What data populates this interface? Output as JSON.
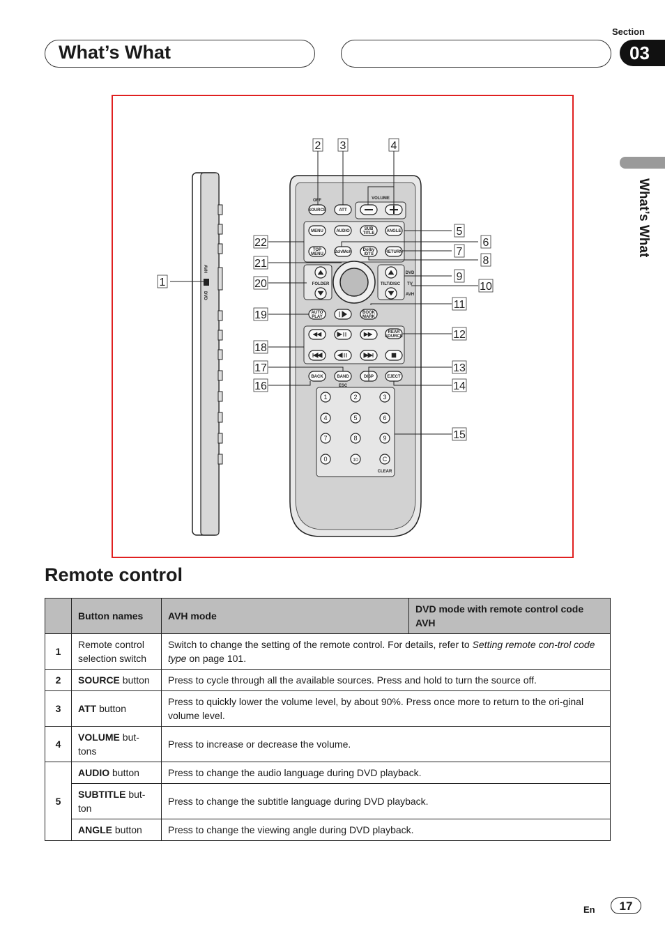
{
  "header": {
    "title": "What’s What",
    "section_label": "Section",
    "section_number": "03",
    "side_label": "What’s What"
  },
  "figure": {
    "callouts": [
      "1",
      "2",
      "3",
      "4",
      "5",
      "6",
      "7",
      "8",
      "9",
      "10",
      "11",
      "12",
      "13",
      "14",
      "15",
      "16",
      "17",
      "18",
      "19",
      "20",
      "21",
      "22"
    ],
    "labels": {
      "source": "SOURCE",
      "att": "ATT",
      "volume": "VOLUME",
      "off": "OFF",
      "menu": "MENU",
      "top_menu_1": "TOP",
      "top_menu_2": "MENU",
      "audio": "AUDIO",
      "sub_1": "SUB",
      "sub_2": "TITLE",
      "angle": "ANGLE",
      "ch": "2ch/Mch",
      "dolby_1": "Dolby",
      "dolby_2": "/DTS",
      "return": "RETURN",
      "folder": "FOLDER",
      "tilt": "TILT/DISC",
      "dvd": "DVD",
      "tv": "TV",
      "avh": "AVH",
      "auto_1": "AUTO",
      "auto_2": "PLAY",
      "book_1": "BOOK",
      "book_2": "MARK",
      "rear_1": "REAR",
      "rear_2": "SOURCE",
      "back": "BACK",
      "band": "BAND",
      "disp": "DISP",
      "eject": "EJECT",
      "esc": "ESC",
      "clear": "CLEAR",
      "switch_avh": "AVH",
      "switch_dvd": "DVD"
    },
    "keypad": [
      "1",
      "2",
      "3",
      "4",
      "5",
      "6",
      "7",
      "8",
      "9",
      "0",
      "10",
      "C"
    ]
  },
  "section_title": "Remote control",
  "table": {
    "headers": [
      "",
      "Button names",
      "AVH mode",
      "DVD mode with remote control code AVH"
    ],
    "rows": [
      {
        "num": "1",
        "name_bold": "",
        "name_rest": "Remote control selection switch",
        "desc": "Switch to change the setting of the remote control. For details, refer to ",
        "desc_italic": "Setting remote con-trol code type",
        "desc_end": " on page 101."
      },
      {
        "num": "2",
        "name_bold": "SOURCE",
        "name_rest": " button",
        "desc": "Press to cycle through all the available sources. Press and hold to turn the source off."
      },
      {
        "num": "3",
        "name_bold": "ATT",
        "name_rest": " button",
        "desc": "Press to quickly lower the volume level, by about 90%. Press once more to return to the ori-ginal volume level."
      },
      {
        "num": "4",
        "name_bold": "VOLUME",
        "name_rest": " but-tons",
        "desc": "Press to increase or decrease the volume."
      },
      {
        "num": "5",
        "name_bold": "AUDIO",
        "name_rest": " button",
        "desc": "Press to change the audio language during DVD playback."
      },
      {
        "num": "",
        "name_bold": "SUBTITLE",
        "name_rest": " but-ton",
        "desc": "Press to change the subtitle language during DVD playback."
      },
      {
        "num": "",
        "name_bold": "ANGLE",
        "name_rest": " button",
        "desc": "Press to change the viewing angle during DVD playback."
      }
    ]
  },
  "footer": {
    "lang": "En",
    "page": "17"
  }
}
